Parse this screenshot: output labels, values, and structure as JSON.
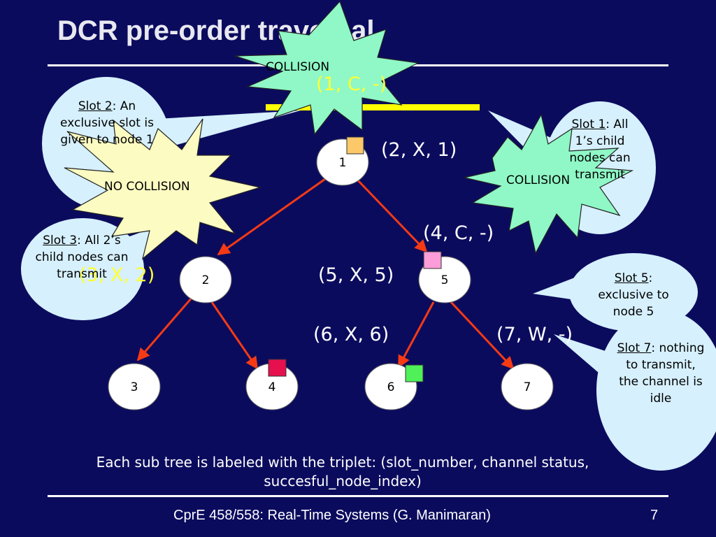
{
  "slide": {
    "title": "DCR pre-order traversal",
    "footer_text": "CprE 458/558: Real-Time Systems (G. Manimaran)",
    "page_number": "7",
    "caption": "Each sub tree is labeled with the triplet: (slot_number, channel status, succesful_node_index)"
  },
  "colors": {
    "background": "#0b0b5e",
    "bubble": "#d6f0fd",
    "burst_collision": "#8ff8c6",
    "burst_no_collision": "#fbfbc2",
    "arrow": "#f53a14",
    "yellow": "#ffff00",
    "node2_square": "#fdc86a",
    "node5_square": "#fc9cd8",
    "node4_square": "#e6104f",
    "node6_square": "#4ff058"
  },
  "tree": {
    "nodes": [
      {
        "id": "1",
        "label": "1"
      },
      {
        "id": "2",
        "label": "2"
      },
      {
        "id": "5",
        "label": "5"
      },
      {
        "id": "3",
        "label": "3"
      },
      {
        "id": "4",
        "label": "4"
      },
      {
        "id": "6",
        "label": "6"
      },
      {
        "id": "7",
        "label": "7"
      }
    ],
    "edges": [
      [
        "1",
        "2"
      ],
      [
        "1",
        "5"
      ],
      [
        "2",
        "3"
      ],
      [
        "2",
        "4"
      ],
      [
        "5",
        "6"
      ],
      [
        "5",
        "7"
      ]
    ]
  },
  "triplets": {
    "t1": "(1, C, -)",
    "t2": "(2, X, 1)",
    "t3": "(3, X, 2)",
    "t4": "(4, C, -)",
    "t5": "(5, X, 5)",
    "t6": "(6, X, 6)",
    "t7": "(7, W, -)"
  },
  "callouts": {
    "slot2": {
      "label": "Slot 2",
      "text": ": An exclusive slot is given to node 1"
    },
    "slot1": {
      "label": "Slot 1",
      "text": ": All 1’s child nodes can transmit"
    },
    "slot3": {
      "label": "Slot 3",
      "text": ": All 2’s child nodes can transmit"
    },
    "slot5": {
      "label": "Slot 5",
      "text": ": exclusive to node 5"
    },
    "slot7": {
      "label": "Slot 7",
      "text": ": nothing to transmit, the channel is idle"
    }
  },
  "bursts": {
    "top": "COLLISION",
    "left": "NO COLLISION",
    "right": "COLLISION"
  }
}
